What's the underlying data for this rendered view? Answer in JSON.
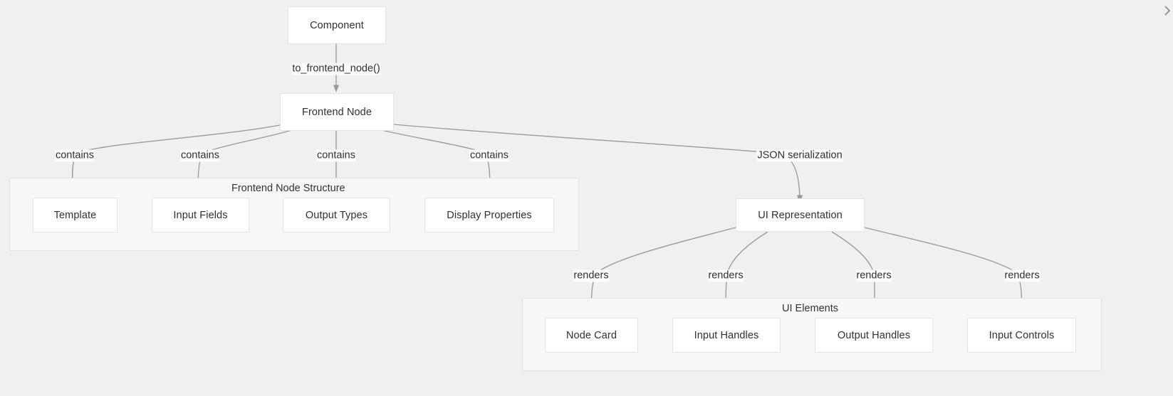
{
  "diagram": {
    "type": "flowchart",
    "background_color": "#f1f0ee",
    "node_fill": "#ffffff",
    "node_stroke": "#e4e4e4",
    "cluster_fill": "#f7f7f7",
    "cluster_stroke": "#e2e2e2",
    "edge_color": "#9a9a9a",
    "text_color": "#303030"
  },
  "nodes": {
    "component": "Component",
    "frontend_node": "Frontend Node",
    "template": "Template",
    "input_fields": "Input Fields",
    "output_types": "Output Types",
    "display_properties": "Display Properties",
    "ui_representation": "UI Representation",
    "node_card": "Node Card",
    "input_handles": "Input Handles",
    "output_handles": "Output Handles",
    "input_controls": "Input Controls"
  },
  "clusters": {
    "frontend_node_structure": "Frontend Node Structure",
    "ui_elements": "UI Elements"
  },
  "edge_labels": {
    "to_frontend_node": "to_frontend_node()",
    "contains_template": "contains",
    "contains_input_fields": "contains",
    "contains_output_types": "contains",
    "contains_display_properties": "contains",
    "json_serialization": "JSON serialization",
    "renders_node_card": "renders",
    "renders_input_handles": "renders",
    "renders_output_handles": "renders",
    "renders_input_controls": "renders"
  },
  "overlay": {
    "corner_icon": "chevron-right-icon"
  }
}
